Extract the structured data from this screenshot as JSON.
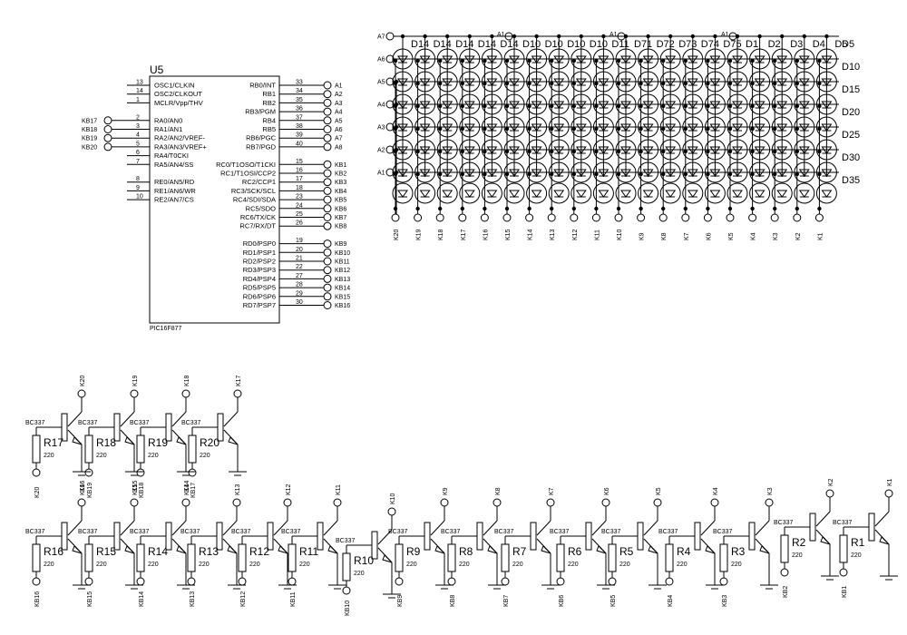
{
  "mcu": {
    "ref": "U5",
    "part": "PIC16F877",
    "left_pins": [
      {
        "num": "13",
        "name": "OSC1/CLKIN",
        "net": ""
      },
      {
        "num": "14",
        "name": "OSC2/CLKOUT",
        "net": ""
      },
      {
        "num": "1",
        "name": "MCLR/Vpp/THV",
        "net": ""
      },
      {
        "num": "",
        "name": "",
        "net": ""
      },
      {
        "num": "2",
        "name": "RA0/AN0",
        "net": "KB17"
      },
      {
        "num": "3",
        "name": "RA1/AN1",
        "net": "KB18"
      },
      {
        "num": "4",
        "name": "RA2/AN2/VREF-",
        "net": "KB19"
      },
      {
        "num": "5",
        "name": "RA3/AN3/VREF+",
        "net": "KB20"
      },
      {
        "num": "6",
        "name": "RA4/T0CKI",
        "net": ""
      },
      {
        "num": "7",
        "name": "RA5/AN4/SS",
        "net": ""
      },
      {
        "num": "",
        "name": "",
        "net": ""
      },
      {
        "num": "8",
        "name": "RE0/AN5/RD",
        "net": ""
      },
      {
        "num": "9",
        "name": "RE1/AN6/WR",
        "net": ""
      },
      {
        "num": "10",
        "name": "RE2/AN7/CS",
        "net": ""
      }
    ],
    "right_pins": [
      {
        "num": "33",
        "name": "RB0/INT",
        "net": "A1"
      },
      {
        "num": "34",
        "name": "RB1",
        "net": "A2"
      },
      {
        "num": "35",
        "name": "RB2",
        "net": "A3"
      },
      {
        "num": "36",
        "name": "RB3/PGM",
        "net": "A4"
      },
      {
        "num": "37",
        "name": "RB4",
        "net": "A5"
      },
      {
        "num": "38",
        "name": "RB5",
        "net": "A6"
      },
      {
        "num": "39",
        "name": "RB6/PGC",
        "net": "A7"
      },
      {
        "num": "40",
        "name": "RB7/PGD",
        "net": "A8"
      },
      {
        "num": "",
        "name": "",
        "net": ""
      },
      {
        "num": "15",
        "name": "RC0/T1OSO/T1CKI",
        "net": "KB1"
      },
      {
        "num": "16",
        "name": "RC1/T1OSI/CCP2",
        "net": "KB2"
      },
      {
        "num": "17",
        "name": "RC2/CCP1",
        "net": "KB3"
      },
      {
        "num": "18",
        "name": "RC3/SCK/SCL",
        "net": "KB4"
      },
      {
        "num": "23",
        "name": "RC4/SDI/SDA",
        "net": "KB5"
      },
      {
        "num": "24",
        "name": "RC5/SDO",
        "net": "KB6"
      },
      {
        "num": "25",
        "name": "RC6/TX/CK",
        "net": "KB7"
      },
      {
        "num": "26",
        "name": "RC7/RX/DT",
        "net": "KB8"
      },
      {
        "num": "",
        "name": "",
        "net": ""
      },
      {
        "num": "19",
        "name": "RD0/PSP0",
        "net": "KB9"
      },
      {
        "num": "20",
        "name": "RD1/PSP1",
        "net": "KB10"
      },
      {
        "num": "21",
        "name": "RD2/PSP2",
        "net": "KB11"
      },
      {
        "num": "22",
        "name": "RD3/PSP3",
        "net": "KB12"
      },
      {
        "num": "27",
        "name": "RD4/PSP4",
        "net": "KB13"
      },
      {
        "num": "28",
        "name": "RD5/PSP5",
        "net": "KB14"
      },
      {
        "num": "29",
        "name": "RD6/PSP6",
        "net": "KB15"
      },
      {
        "num": "30",
        "name": "RD7/PSP7",
        "net": "KB16"
      }
    ]
  },
  "led_matrix": {
    "row_ports": [
      "A7",
      "A6",
      "A5",
      "A4",
      "A3",
      "A2",
      "A1"
    ],
    "extra_port": "A1",
    "column_ports": [
      "K20",
      "K19",
      "K18",
      "K17",
      "K16",
      "K15",
      "K14",
      "K13",
      "K12",
      "K11",
      "K10",
      "K9",
      "K8",
      "K7",
      "K6",
      "K5",
      "K4",
      "K3",
      "K2",
      "K1"
    ],
    "top_labels": [
      "D14",
      "D14",
      "D14",
      "D14",
      "D14",
      "D10",
      "D10",
      "D10",
      "D10",
      "D11",
      "D71",
      "D72",
      "D73",
      "D74",
      "D75",
      "D1",
      "D2",
      "D3",
      "D4",
      "D5"
    ],
    "right_labels": [
      "D5",
      "D10",
      "D15",
      "D20",
      "D25",
      "D30",
      "D35"
    ]
  },
  "drivers": {
    "transistor_part": "BC337",
    "resistor_value": "220",
    "row1": [
      {
        "ref": "R17",
        "k": "K20",
        "kb": "K20",
        "e": "K16"
      },
      {
        "ref": "R18",
        "k": "K19",
        "kb": "KB19",
        "e": "K15"
      },
      {
        "ref": "R19",
        "k": "K18",
        "kb": "KB18",
        "e": "K14"
      },
      {
        "ref": "R20",
        "k": "K17",
        "kb": "KB17",
        "e": "K13"
      }
    ],
    "row2": [
      {
        "ref": "R16",
        "k": "K16",
        "kb": "KB16"
      },
      {
        "ref": "R15",
        "k": "K15",
        "kb": "KB15"
      },
      {
        "ref": "R14",
        "k": "K14",
        "kb": "KB14"
      },
      {
        "ref": "R13",
        "k": "K13",
        "kb": "KB13"
      },
      {
        "ref": "R12",
        "k": "K12",
        "kb": "KB12"
      },
      {
        "ref": "R11",
        "k": "K11",
        "kb": "KB11"
      },
      {
        "ref": "R10",
        "k": "K10",
        "kb": "KB10"
      },
      {
        "ref": "R9",
        "k": "K9",
        "kb": "KB9"
      },
      {
        "ref": "R8",
        "k": "K8",
        "kb": "KB8"
      },
      {
        "ref": "R7",
        "k": "K7",
        "kb": "KB7"
      },
      {
        "ref": "R6",
        "k": "K6",
        "kb": "KB6"
      },
      {
        "ref": "R5",
        "k": "K5",
        "kb": "KB5"
      },
      {
        "ref": "R4",
        "k": "K4",
        "kb": "KB4"
      },
      {
        "ref": "R3",
        "k": "K3",
        "kb": "KB3"
      },
      {
        "ref": "R2",
        "k": "K2",
        "kb": "KB2"
      },
      {
        "ref": "R1",
        "k": "K1",
        "kb": "KB1"
      }
    ]
  }
}
